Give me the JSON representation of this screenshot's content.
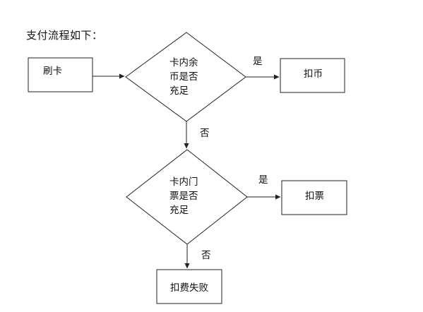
{
  "title": "支付流程如下：",
  "colors": {
    "stroke": "#222222",
    "text": "#111111",
    "background": "#ffffff"
  },
  "nodes": {
    "swipe_card": {
      "label": "刷卡"
    },
    "coin_check": {
      "lines": [
        "卡内余",
        "币是否",
        "充足"
      ]
    },
    "deduct_coin": {
      "label": "扣币"
    },
    "ticket_check": {
      "lines": [
        "卡内门",
        "票是否",
        "充足"
      ]
    },
    "deduct_ticket": {
      "label": "扣票"
    },
    "deduct_fail": {
      "label": "扣费失败"
    }
  },
  "edges": {
    "coin_yes": "是",
    "coin_no": "否",
    "ticket_yes": "是",
    "ticket_no": "否"
  }
}
